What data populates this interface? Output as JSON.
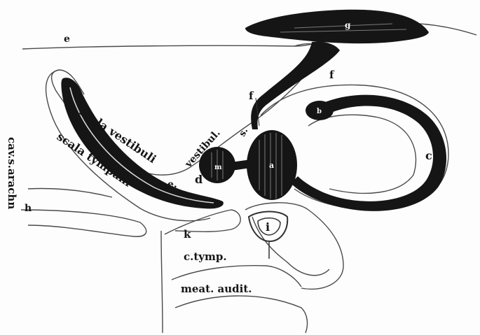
{
  "diagram": {
    "labels": {
      "e_top": "e",
      "scala_vestibuli": "scala vestibuli",
      "scala_tympani": "scala tympani",
      "vestibul": "vestibul.",
      "e_small": "e.",
      "d": "d",
      "s": "s.",
      "f_upper": "f",
      "f_right": "f",
      "c": "c",
      "g": "g",
      "a": "a",
      "b": "b",
      "m": "m",
      "i": "i",
      "h": "h",
      "k": "k",
      "c_tymp": "c.tymp.",
      "meat_audit": "meat. audit.",
      "cav_s_arachn": "cav.s.arachn"
    },
    "colors": {
      "ink": "#151515",
      "paper": "#fdfdfd",
      "line": "#444444"
    }
  }
}
